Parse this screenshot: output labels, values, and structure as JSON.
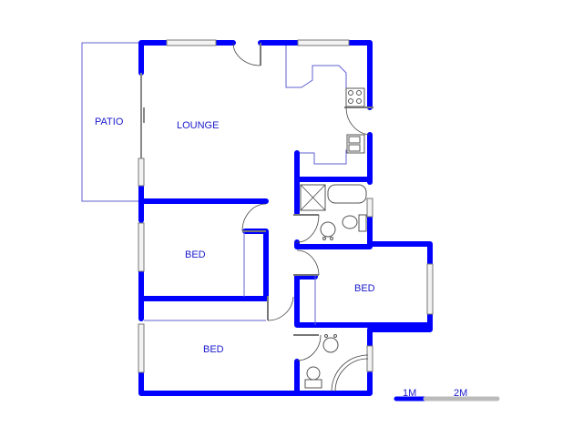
{
  "floor_plan": {
    "rooms": [
      {
        "id": "patio",
        "label": "PATIO"
      },
      {
        "id": "lounge",
        "label": "LOUNGE"
      },
      {
        "id": "bed1",
        "label": "BED"
      },
      {
        "id": "bed2",
        "label": "BED"
      },
      {
        "id": "bed3",
        "label": "BED"
      }
    ],
    "scale_bar": {
      "marks": [
        "1M",
        "2M"
      ],
      "colors": {
        "filled": "#0000ff",
        "empty": "#bbbbbb"
      }
    },
    "colors": {
      "wall": "#0000ff",
      "label": "#1a1acc",
      "outline": "#6060d0"
    }
  }
}
